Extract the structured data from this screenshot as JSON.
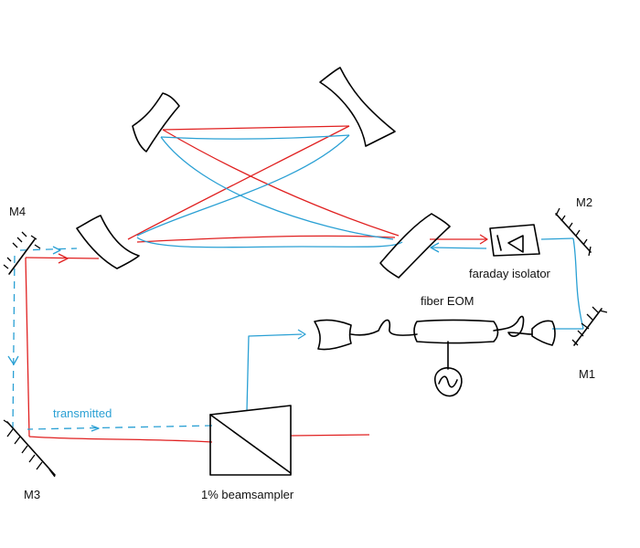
{
  "labels": {
    "m4": "M4",
    "m2": "M2",
    "m1": "M1",
    "m3": "M3",
    "faraday": "faraday isolator",
    "eom": "fiber EOM",
    "transmitted": "transmitted",
    "beamsampler": "1% beamsampler"
  },
  "colors": {
    "red_beam": "#e02020",
    "blue_beam": "#2aa0d4",
    "ink": "#000000"
  }
}
